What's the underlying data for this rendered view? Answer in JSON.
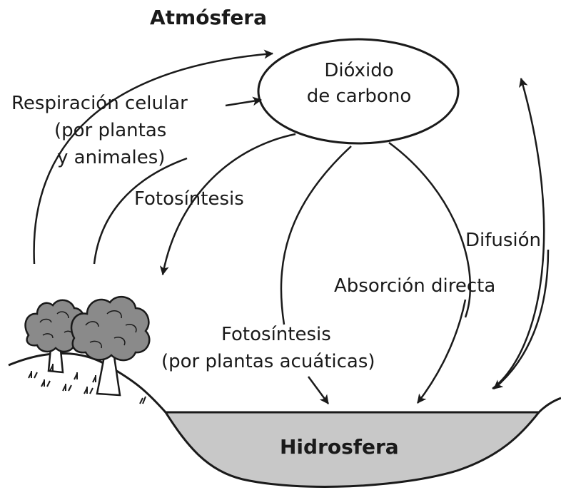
{
  "diagram": {
    "atmosphere_title": "Atmósfera",
    "hydrosphere_title": "Hidrosfera",
    "co2_line1": "Dióxido",
    "co2_line2": "de carbono",
    "respiration_line1": "Respiración celular",
    "respiration_line2": "(por plantas",
    "respiration_line3": "y animales)",
    "photosynthesis_land": "Fotosíntesis",
    "photosynthesis_aquatic_line1": "Fotosíntesis",
    "photosynthesis_aquatic_line2": "(por plantas acuáticas)",
    "direct_absorption": "Absorción directa",
    "diffusion": "Difusión"
  },
  "colors": {
    "stroke": "#1a1a1a",
    "water": "#c8c8c8",
    "tree_canopy": "#8a8a8a",
    "tree_canopy_light": "#b0b0b0",
    "background": "#ffffff"
  }
}
